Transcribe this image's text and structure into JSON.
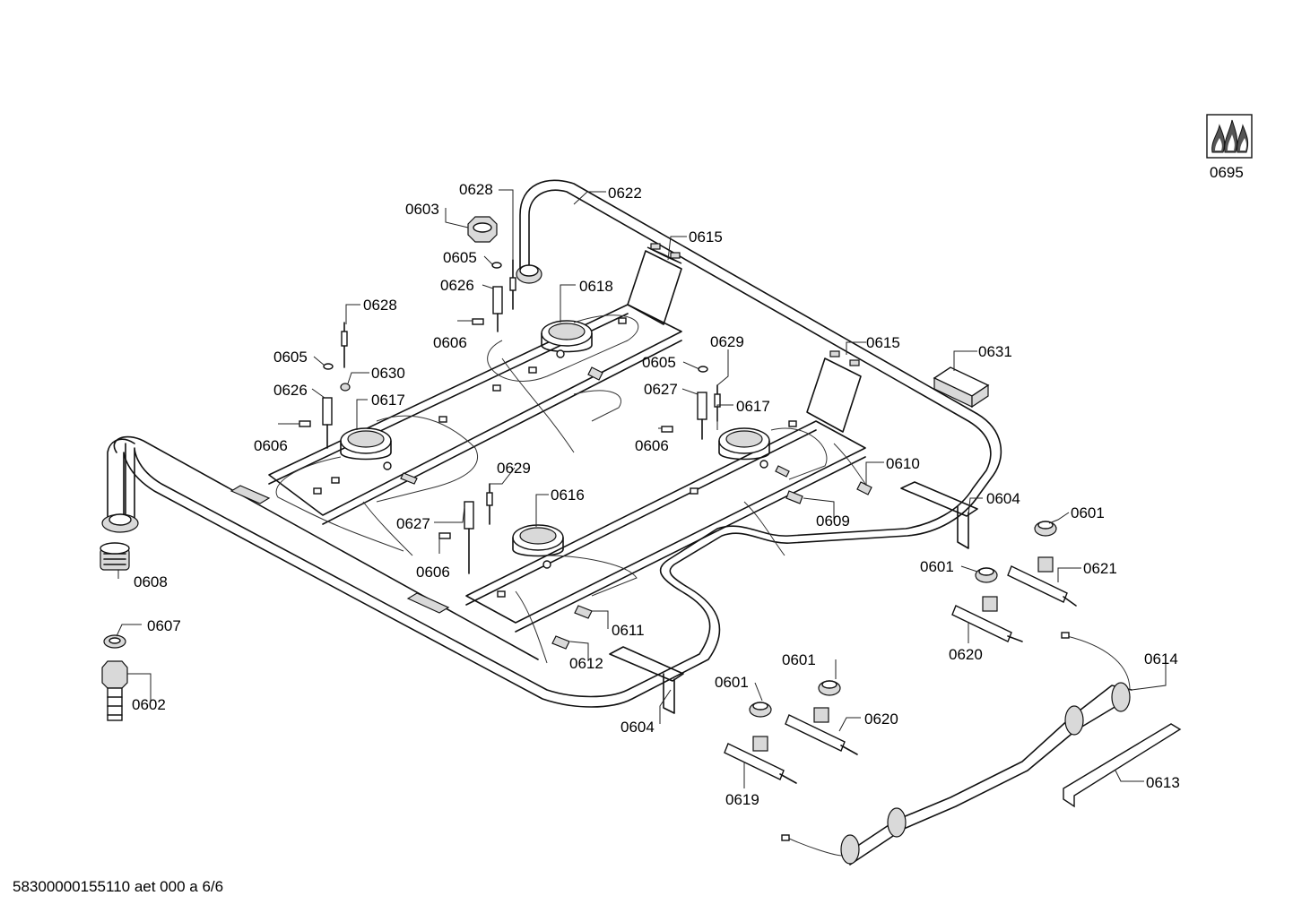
{
  "footer": {
    "drawing_id": "58300000155110 aet 000 a 6/6"
  },
  "labels": {
    "l0695": "0695",
    "l0628a": "0628",
    "l0622": "0622",
    "l0603": "0603",
    "l0615a": "0615",
    "l0605a": "0605",
    "l0626a": "0626",
    "l0618": "0618",
    "l0606a": "0606",
    "l0628b": "0628",
    "l0605b": "0605",
    "l0630": "0630",
    "l0626b": "0626",
    "l0617a": "0617",
    "l0606b": "0606",
    "l0629a": "0629",
    "l0615b": "0615",
    "l0605c": "0605",
    "l0627a": "0627",
    "l0617b": "0617",
    "l0606c": "0606",
    "l0631": "0631",
    "l0610": "0610",
    "l0629b": "0629",
    "l0616": "0616",
    "l0627b": "0627",
    "l0606d": "0606",
    "l0609": "0609",
    "l0604a": "0604",
    "l0601a": "0601",
    "l0608": "0608",
    "l0601b": "0601",
    "l0621": "0621",
    "l0607": "0607",
    "l0611": "0611",
    "l0620a": "0620",
    "l0612": "0612",
    "l0602": "0602",
    "l0604b": "0604",
    "l0601c": "0601",
    "l0601d": "0601",
    "l0614": "0614",
    "l0620b": "0620",
    "l0619": "0619",
    "l0613": "0613"
  }
}
